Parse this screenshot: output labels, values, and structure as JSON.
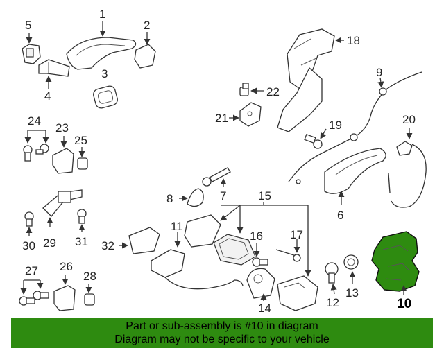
{
  "diagram": {
    "labels": {
      "p1": "1",
      "p2": "2",
      "p3": "3",
      "p4": "4",
      "p5": "5",
      "p6": "6",
      "p7": "7",
      "p8": "8",
      "p9": "9",
      "p10": "10",
      "p11": "11",
      "p12": "12",
      "p13": "13",
      "p14": "14",
      "p15": "15",
      "p16": "16",
      "p17": "17",
      "p18": "18",
      "p19": "19",
      "p20": "20",
      "p21": "21",
      "p22": "22",
      "p23": "23",
      "p24": "24",
      "p25": "25",
      "p26": "26",
      "p27": "27",
      "p28": "28",
      "p29": "29",
      "p30": "30",
      "p31": "31",
      "p32": "32"
    },
    "highlight_color": "#2e8b10"
  },
  "footer": {
    "line1": "Part or sub-assembly is #10 in diagram",
    "line2": "Diagram may not be specific to your vehicle"
  }
}
